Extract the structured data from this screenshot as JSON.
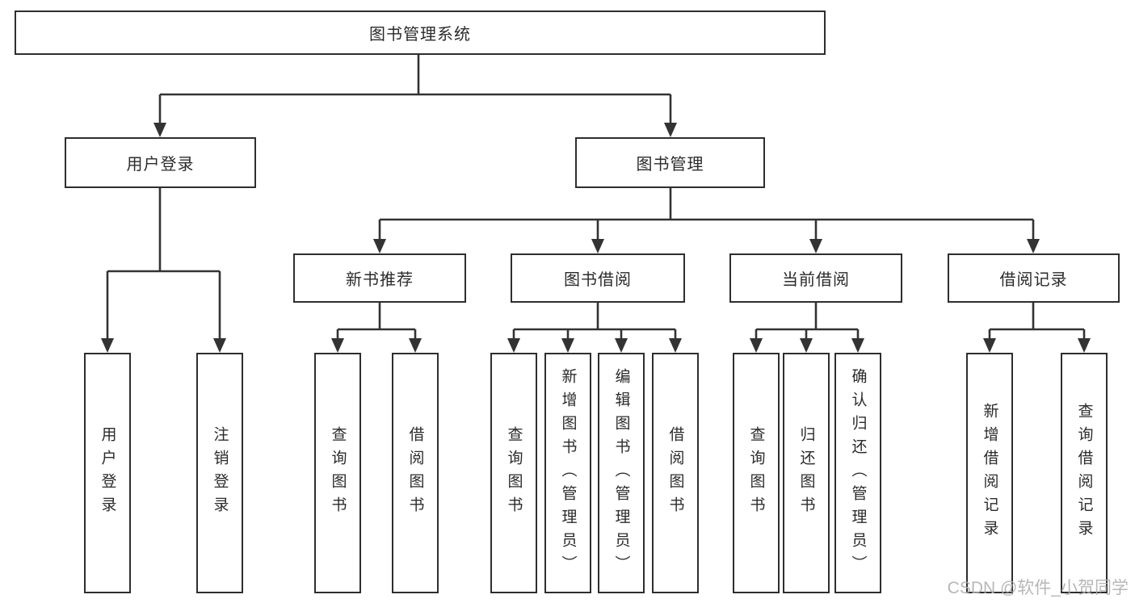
{
  "tree": {
    "label": "图书管理系统",
    "children": [
      {
        "label": "用户登录",
        "children": [
          {
            "label": "用户登录"
          },
          {
            "label": "注销登录"
          }
        ]
      },
      {
        "label": "图书管理",
        "children": [
          {
            "label": "新书推荐",
            "children": [
              {
                "label": "查询图书"
              },
              {
                "label": "借阅图书"
              }
            ]
          },
          {
            "label": "图书借阅",
            "children": [
              {
                "label": "查询图书"
              },
              {
                "label": "新增图书（管理员）"
              },
              {
                "label": "编辑图书（管理员）"
              },
              {
                "label": "借阅图书"
              }
            ]
          },
          {
            "label": "当前借阅",
            "children": [
              {
                "label": "查询图书"
              },
              {
                "label": "归还图书"
              },
              {
                "label": "确认归还（管理员）"
              }
            ]
          },
          {
            "label": "借阅记录",
            "children": [
              {
                "label": "新增借阅记录"
              },
              {
                "label": "查询借阅记录"
              }
            ]
          }
        ]
      }
    ]
  },
  "watermark": "CSDN @软件_小贺同学",
  "colors": {
    "line": "#333333",
    "box_border": "#2e2e2e",
    "text": "#2b2b2b",
    "watermark": "#b0b0b0",
    "background": "#ffffff"
  }
}
